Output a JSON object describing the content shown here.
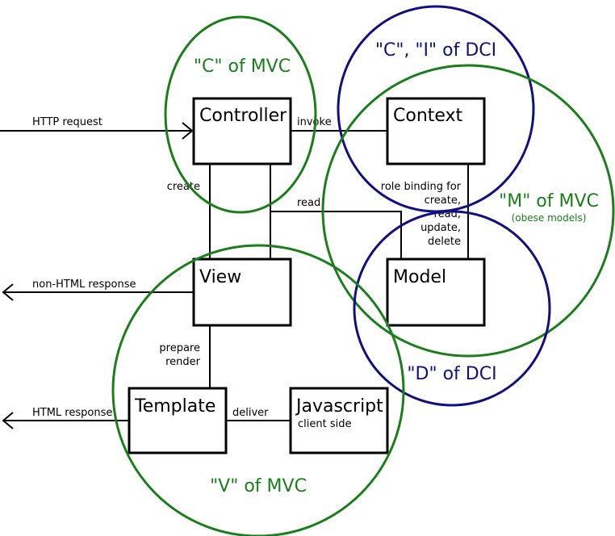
{
  "boxes": {
    "controller": "Controller",
    "context": "Context",
    "view": "View",
    "model": "Model",
    "template": "Template",
    "javascript": "Javascript",
    "javascript_sub": "client side"
  },
  "edges": {
    "http_request": "HTTP request",
    "invoke": "invoke",
    "create": "create",
    "read": "read",
    "role_binding": [
      "role binding for",
      "create,",
      "read,",
      "update,",
      "delete"
    ],
    "non_html_response": "non-HTML response",
    "prepare": "prepare",
    "render": "render",
    "html_response": "HTML response",
    "deliver": "deliver"
  },
  "regions": {
    "c_of_mvc": "\"C\" of MVC",
    "ci_of_dci": "\"C\", \"I\" of DCI",
    "m_of_mvc": "\"M\" of MVC",
    "m_of_mvc_note": "(obese models)",
    "d_of_dci": "\"D\" of DCI",
    "v_of_mvc": "\"V\" of MVC"
  },
  "colors": {
    "mvc": "#1a7f1a",
    "dci": "#101080"
  }
}
